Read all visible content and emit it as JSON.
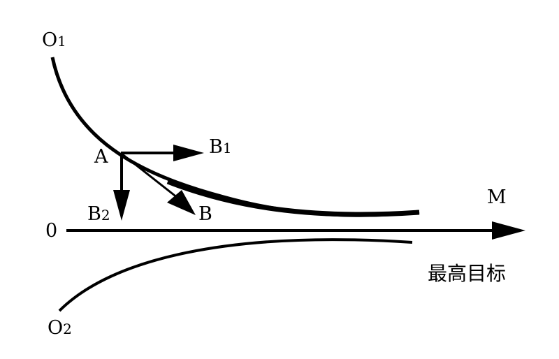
{
  "labels": {
    "o1_main": "O",
    "o1_sub": "1",
    "o2_main": "O",
    "o2_sub": "2",
    "a": "A",
    "b": "B",
    "b1_main": "B",
    "b1_sub": "1",
    "b2_main": "B",
    "b2_sub": "2",
    "origin": "0",
    "m": "M",
    "goal": "最高目标"
  },
  "colors": {
    "ink": "#000000",
    "background": "#ffffff"
  }
}
